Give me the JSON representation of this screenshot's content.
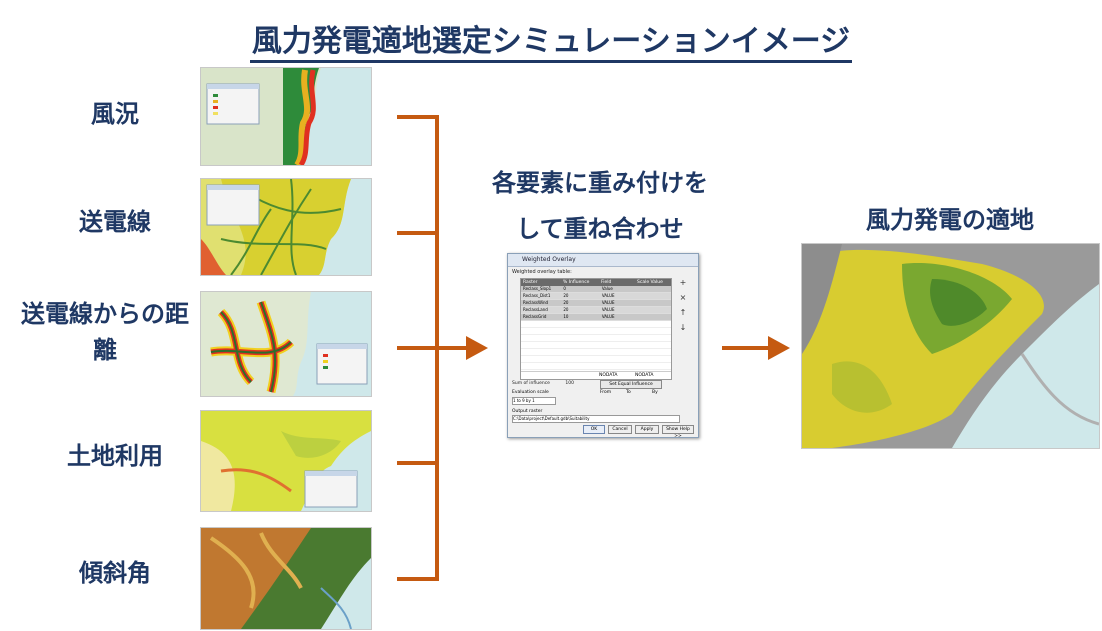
{
  "title": "風力発電適地選定シミュレーションイメージ",
  "layers": [
    {
      "label": "風況",
      "icon": "wind-map-thumbnail"
    },
    {
      "label": "送電線",
      "icon": "transmission-line-map-thumbnail"
    },
    {
      "label": "送電線からの距離",
      "icon": "distance-map-thumbnail"
    },
    {
      "label": "土地利用",
      "icon": "land-use-map-thumbnail"
    },
    {
      "label": "傾斜角",
      "icon": "slope-map-thumbnail"
    }
  ],
  "process": {
    "line1": "各要素に重み付けを",
    "line2": "して重ね合わせ"
  },
  "result": {
    "label": "風力発電の適地",
    "icon": "suitability-map-thumbnail"
  },
  "dialog": {
    "title": "Weighted Overlay",
    "table_label": "Weighted overlay table:",
    "columns": [
      "Raster",
      "% Influence",
      "Field",
      "Scale Value"
    ],
    "rows": [
      [
        "Reclass_Slop1",
        "0",
        "Value",
        ""
      ],
      [
        "Reclass_Dist1",
        "20",
        "VALUE",
        ""
      ],
      [
        "ReclassWind",
        "20",
        "VALUE",
        ""
      ],
      [
        "ReclassLand",
        "20",
        "VALUE",
        ""
      ],
      [
        "ReclassGrid",
        "10",
        "VALUE",
        ""
      ]
    ],
    "sum_label": "Sum of influence",
    "sum_value": "100",
    "equal_button": "Set Equal Influence",
    "eval_label": "Evaluation scale",
    "eval_value": "1 to 9 by 1",
    "from_label": "From",
    "to_label": "To",
    "by_label": "By",
    "output_label": "Output raster",
    "output_path": "C:\\Data\\project\\Default.gdb\\Suitability",
    "nodata": "NODATA",
    "buttons": [
      "OK",
      "Cancel",
      "Apply",
      "Show Help >>"
    ]
  },
  "colors": {
    "title": "#1f3864",
    "arrow": "#c55a11",
    "sea": "#cfe8ea",
    "land": "#e8efe0"
  }
}
